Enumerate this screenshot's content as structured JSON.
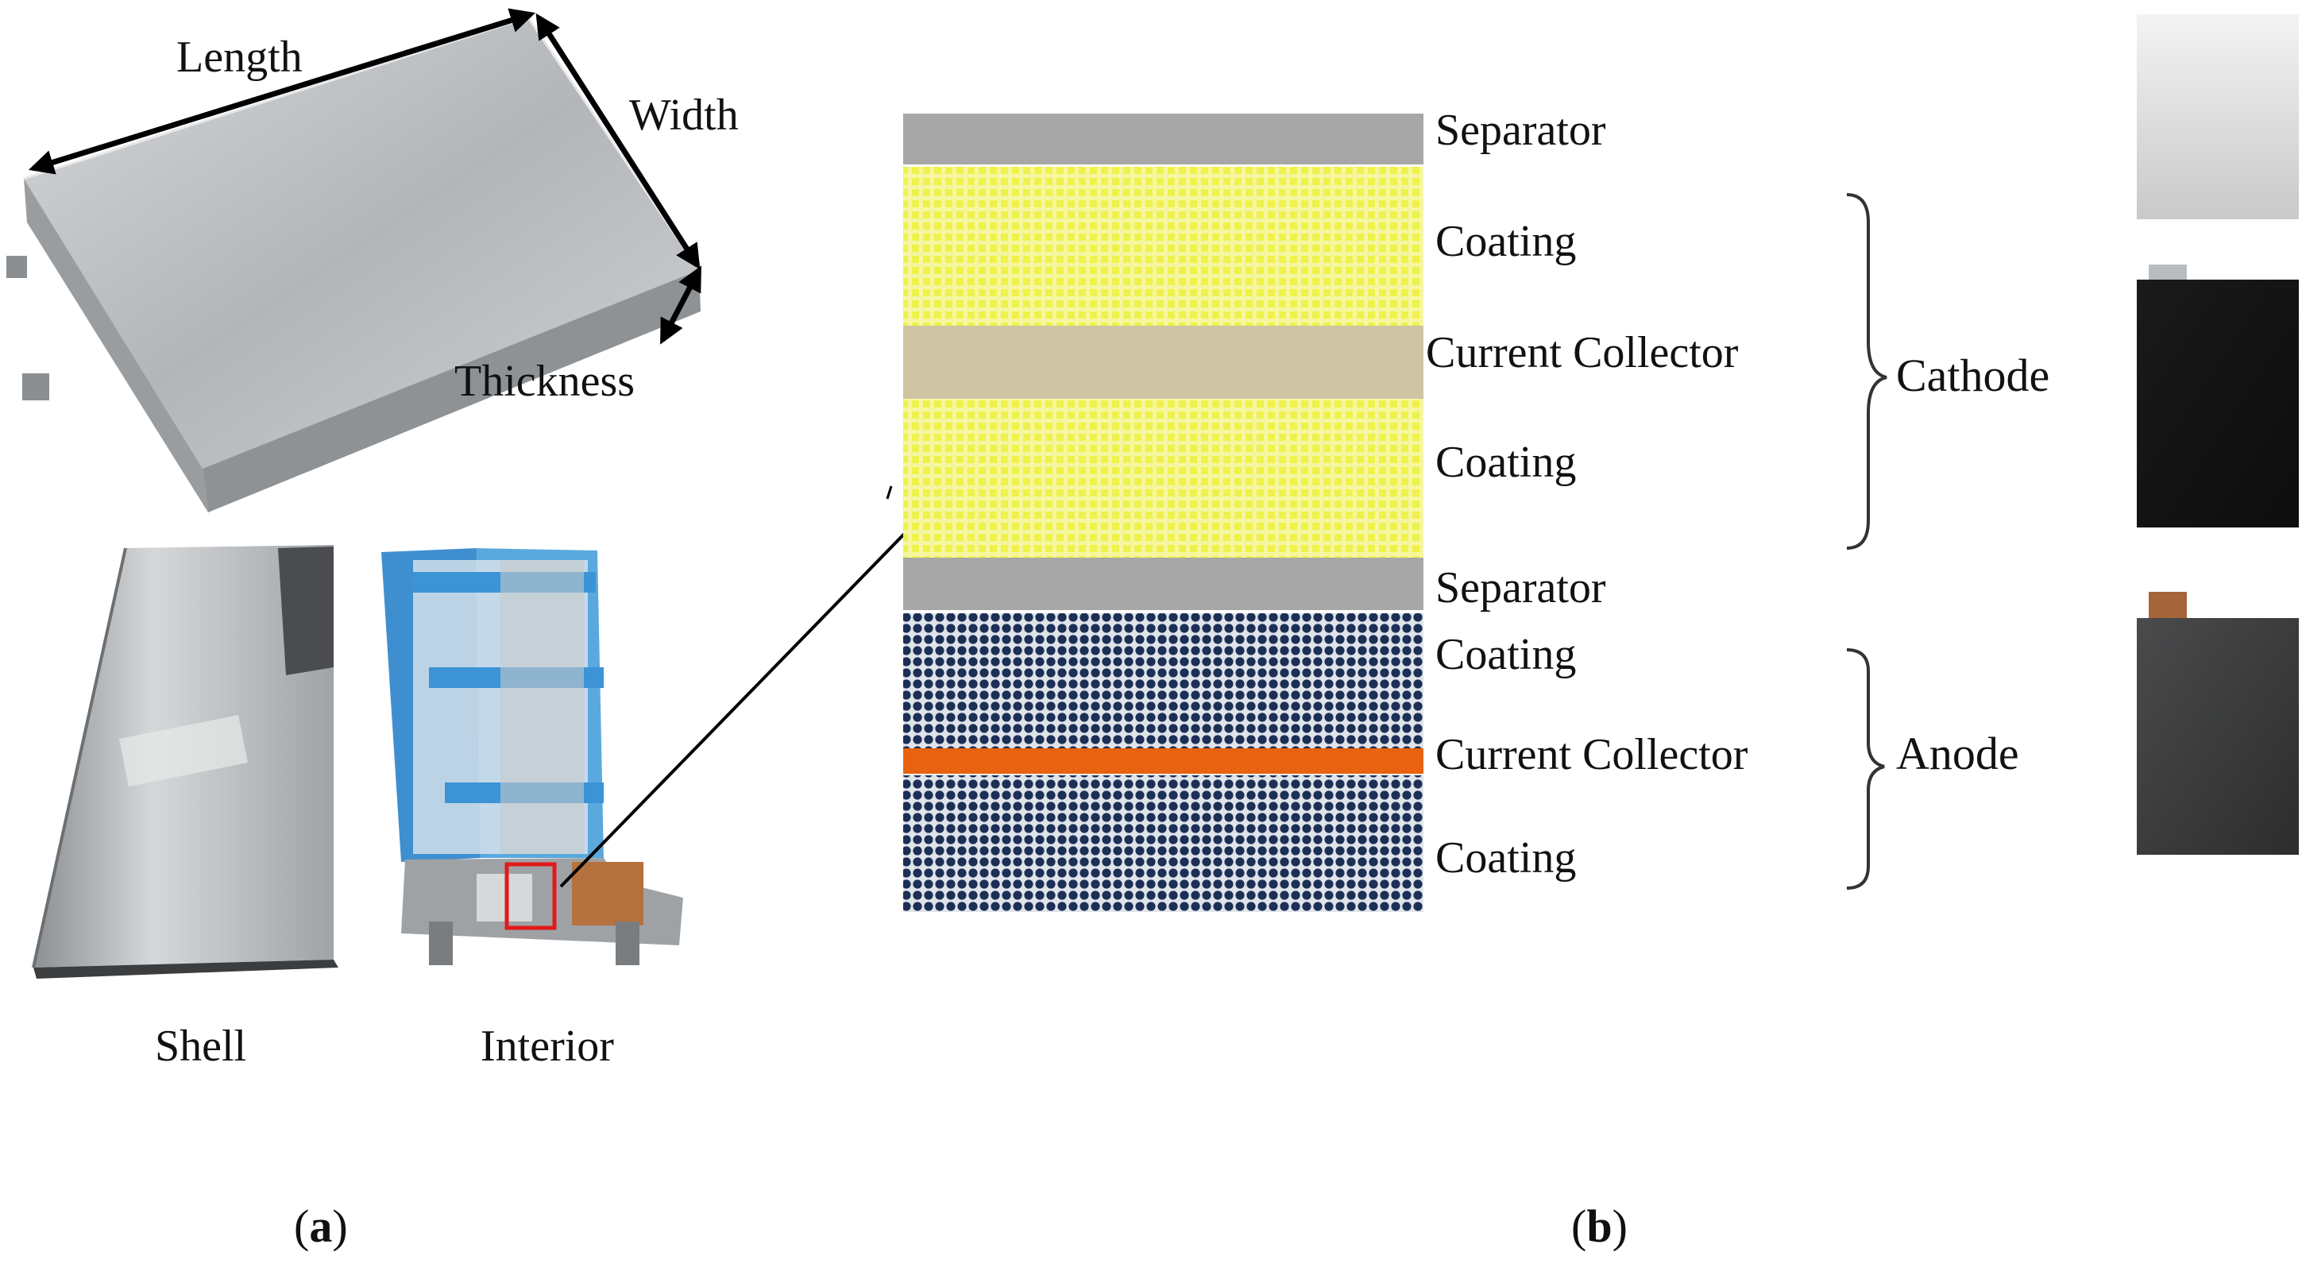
{
  "panel_a": {
    "dimension_labels": {
      "length": "Length",
      "width": "Width",
      "thickness": "Thickness"
    },
    "shell_label": "Shell",
    "interior_label": "Interior",
    "caption": {
      "open": "(",
      "letter": "a",
      "close": ")"
    }
  },
  "panel_b": {
    "layers": [
      {
        "label": "Separator"
      },
      {
        "label": "Coating"
      },
      {
        "label": "Current Collector"
      },
      {
        "label": "Coating"
      },
      {
        "label": "Separator"
      },
      {
        "label": "Coating"
      },
      {
        "label": "Current Collector"
      },
      {
        "label": "Coating"
      }
    ],
    "groups": {
      "cathode": "Cathode",
      "anode": "Anode"
    },
    "caption": {
      "open": "(",
      "letter": "b",
      "close": ")"
    }
  },
  "colors": {
    "separator": "#a7a7a7",
    "cathode_coating": "#f4f47a",
    "cathode_collector": "#cfc4a3",
    "anode_coating": "#1c2f55",
    "anode_collector": "#e8620f",
    "highlight_box": "#e01a1a",
    "shell_metal": "#b8babd",
    "interior_wrap": "#4d9fd6"
  }
}
